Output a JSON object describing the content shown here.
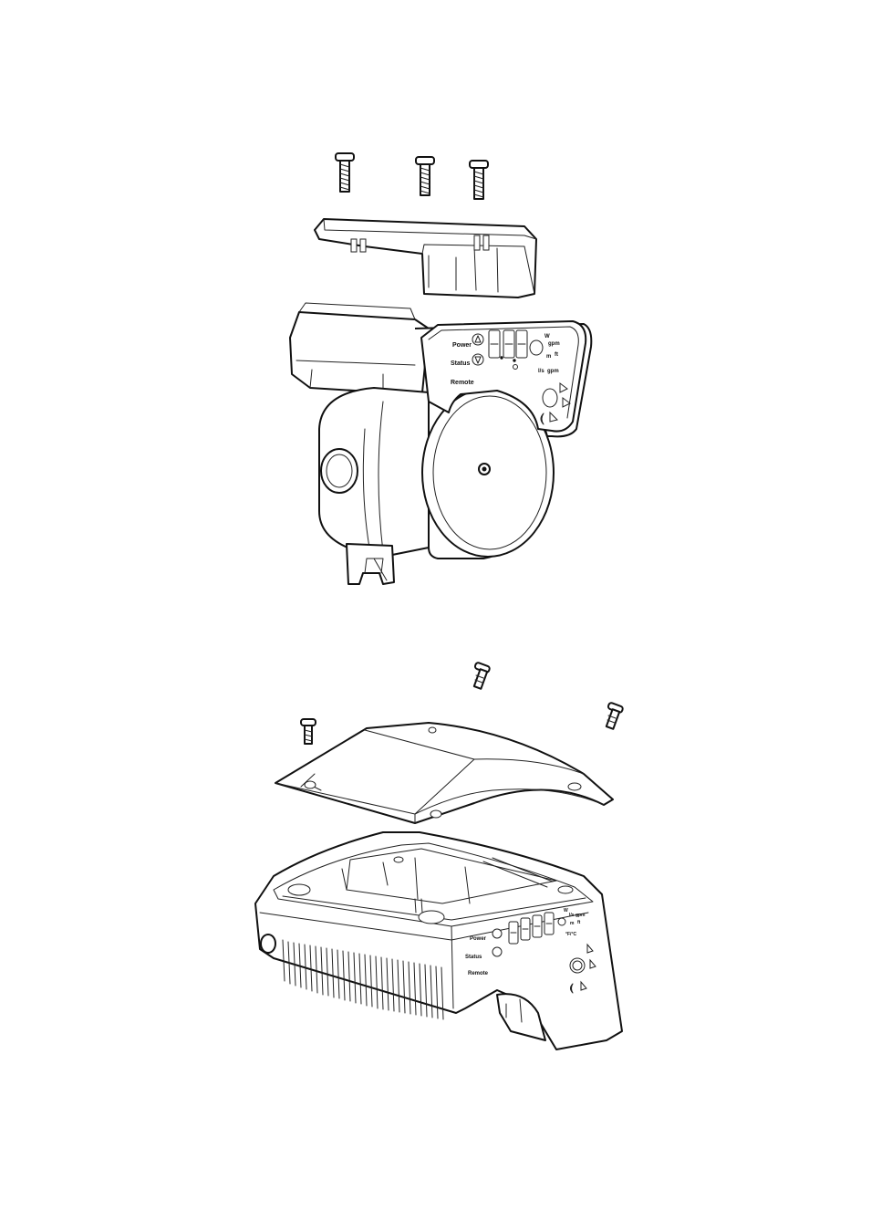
{
  "top_panel": {
    "label_power": "Power",
    "label_status": "Status",
    "label_remote": "Remote",
    "unit_w": "W",
    "unit_gpm": "gpm",
    "unit_m": "m",
    "unit_ft": "ft",
    "unit_ls": "l/s",
    "unit_gpm2": "gpm",
    "display": "8.8.8"
  },
  "bottom_panel": {
    "label_power": "Power",
    "label_status": "Status",
    "label_remote": "Remote",
    "unit_w": "W",
    "unit_gpm": "l/s gpm",
    "unit_m": "m",
    "unit_ft": "ft",
    "unit_misc": "°F/°C",
    "display": "8888"
  }
}
